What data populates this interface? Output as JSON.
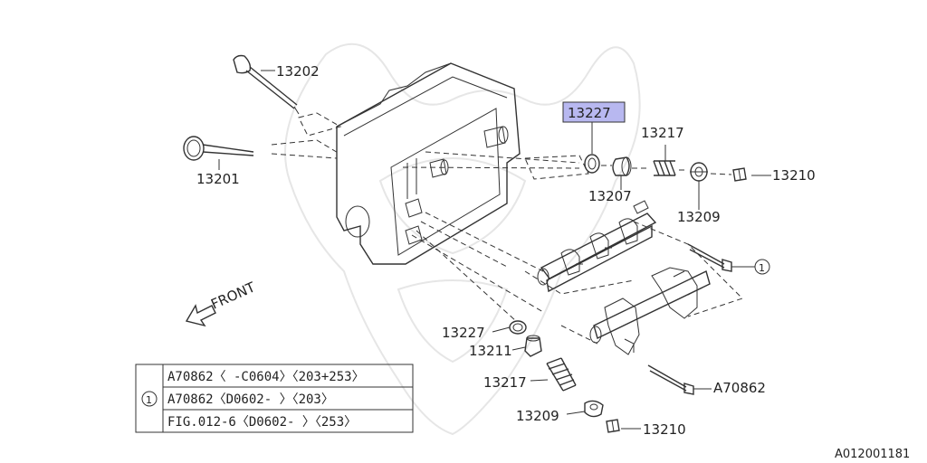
{
  "parts": {
    "p13202": "13202",
    "p13201": "13201",
    "p13227_highlight": "13227",
    "p13217_top": "13217",
    "p13207": "13207",
    "p13209_top": "13209",
    "p13210_top": "13210",
    "ref_circle_1": "1",
    "p13227_bottom": "13227",
    "p13211": "13211",
    "p13217_bottom": "13217",
    "p13209_bottom": "13209",
    "p13210_bottom": "13210",
    "pA70862": "A70862"
  },
  "front_label": "FRONT",
  "note_table": {
    "ref": "1",
    "rows": [
      "A70862〈 -C0604〉〈203+253〉",
      "A70862〈D0602- 〉〈203〉",
      "FIG.012-6〈D0602- 〉〈253〉"
    ]
  },
  "diagram_id": "A012001181",
  "highlight_color": "#b8b8f0"
}
